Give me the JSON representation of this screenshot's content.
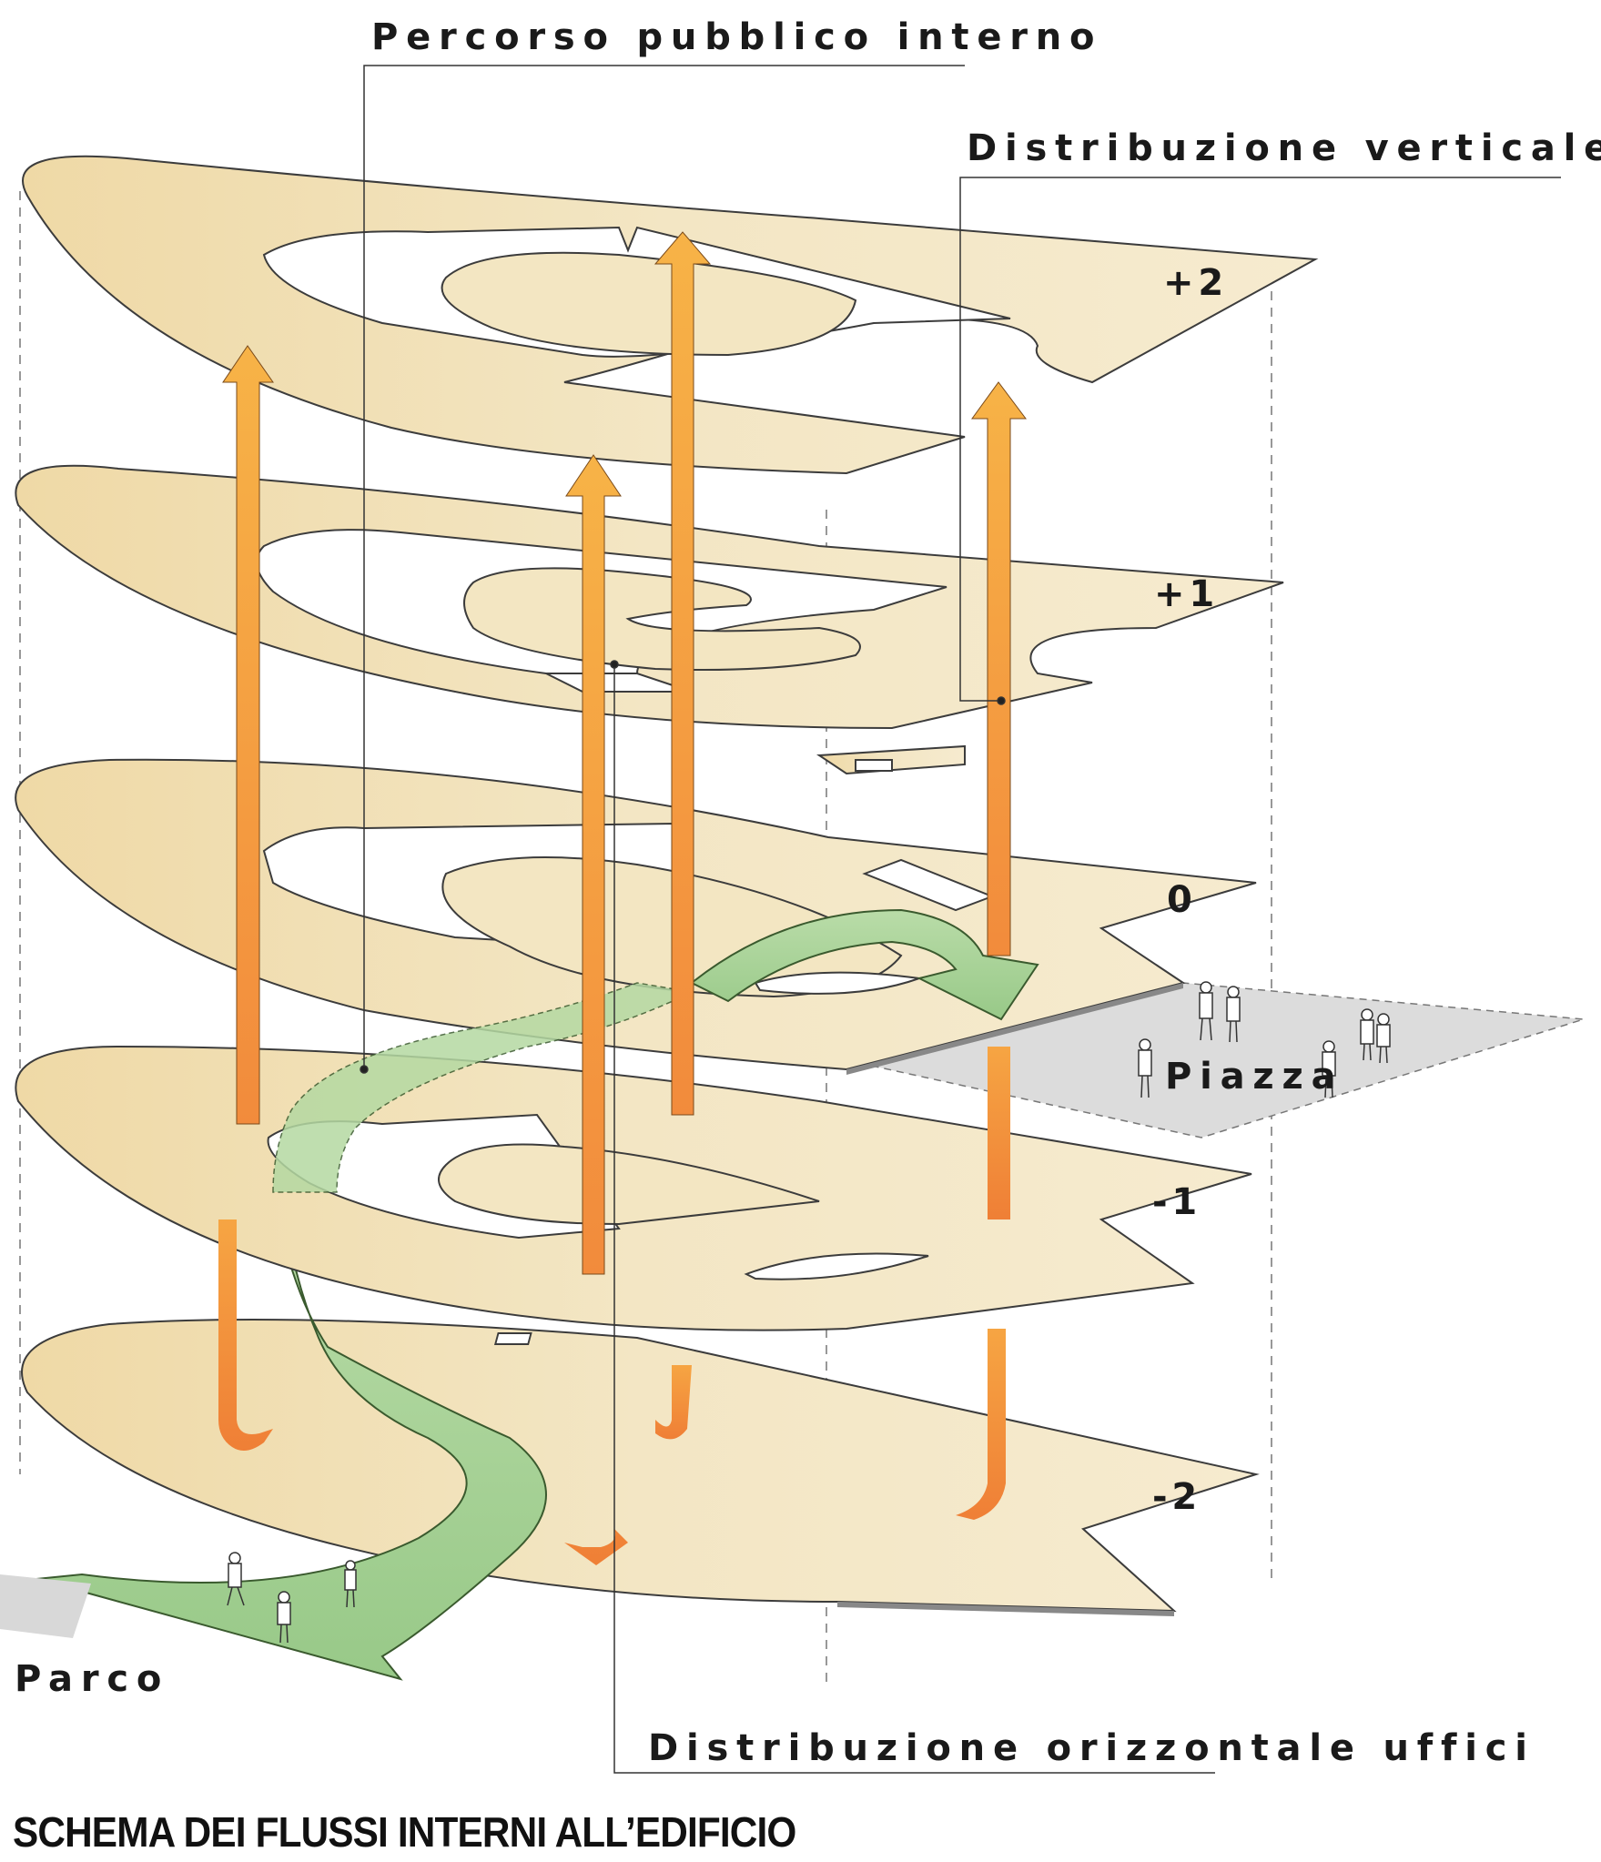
{
  "labels": {
    "percorso": "Percorso pubblico interno",
    "distribuzione_verticale": "Distribuzione verticale",
    "distribuzione_orizzontale": "Distribuzione orizzontale uffici",
    "piazza": "Piazza",
    "parco": "Parco"
  },
  "levels": [
    "+2",
    "+1",
    "0",
    "-1",
    "-2"
  ],
  "caption": "SCHEMA DEI FLUSSI INTERNI ALL’EDIFICIO",
  "colors": {
    "slab": "#f3e6c2",
    "slab_edge": "#444444",
    "vertical_arrow_top": "#f6b042",
    "vertical_arrow_bottom": "#f08a3a",
    "public_path": "#9fcf8f",
    "piazza": "#dcdcdc"
  }
}
